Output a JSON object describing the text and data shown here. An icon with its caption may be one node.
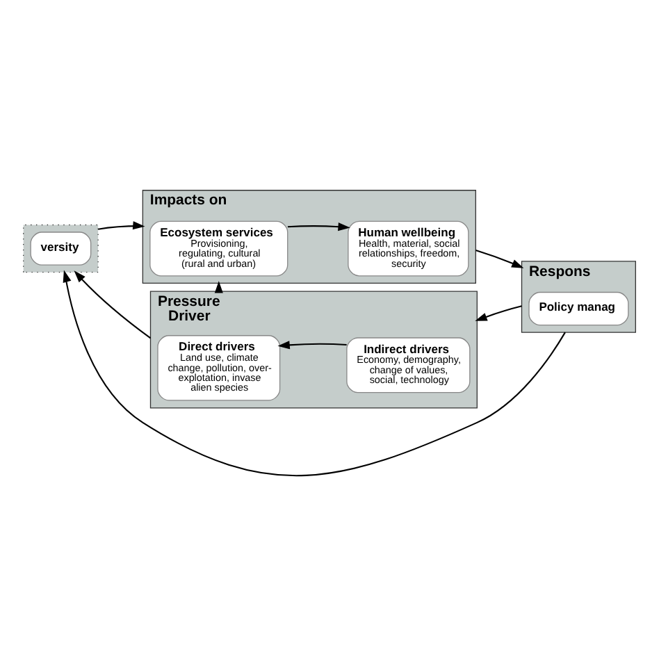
{
  "diagram": {
    "nodes": [
      {
        "text": [
          "Impacts on"
        ]
      },
      {
        "text": [
          "Ecosystem services",
          "Provisioning, regulating, cultural (rural and urban)"
        ],
        "in": 0
      },
      {
        "text": [
          "Human wellbeing",
          "Health, material, social relationships, freedom, security"
        ],
        "in": 0
      },
      {
        "text": [],
        "shape": "box"
      },
      {
        "text": [
          "versity"
        ],
        "in": 3
      },
      {
        "text": [
          "Respons"
        ]
      },
      {
        "text": [
          "Policy manag"
        ],
        "in": 5
      },
      {
        "text": [
          "Pressure",
          "Driver"
        ]
      },
      {
        "text": [
          "Direct drivers",
          "Land use, climate change, pollution, over-explotation, invase alien species"
        ],
        "in": 7
      },
      {
        "text": [
          "Indirect drivers",
          "Economy, demography, change of values, social, technology"
        ],
        "in": 7
      }
    ],
    "edges": [
      {
        "from": 1,
        "to": 2,
        "arrow": "to"
      },
      {
        "from": 9,
        "to": 8,
        "arrow": "to"
      },
      {
        "from": 0,
        "to": 5,
        "arrow": "to"
      },
      {
        "from": 5,
        "to": 7,
        "arrow": "to"
      },
      {
        "from": 7,
        "to": 3,
        "arrow": "to"
      },
      {
        "from": 3,
        "to": 0,
        "arrow": "to"
      },
      {
        "from": 5,
        "to": 3,
        "arrow": "to"
      },
      {
        "from": 7,
        "to": 0,
        "arrow": "to"
      }
    ]
  }
}
